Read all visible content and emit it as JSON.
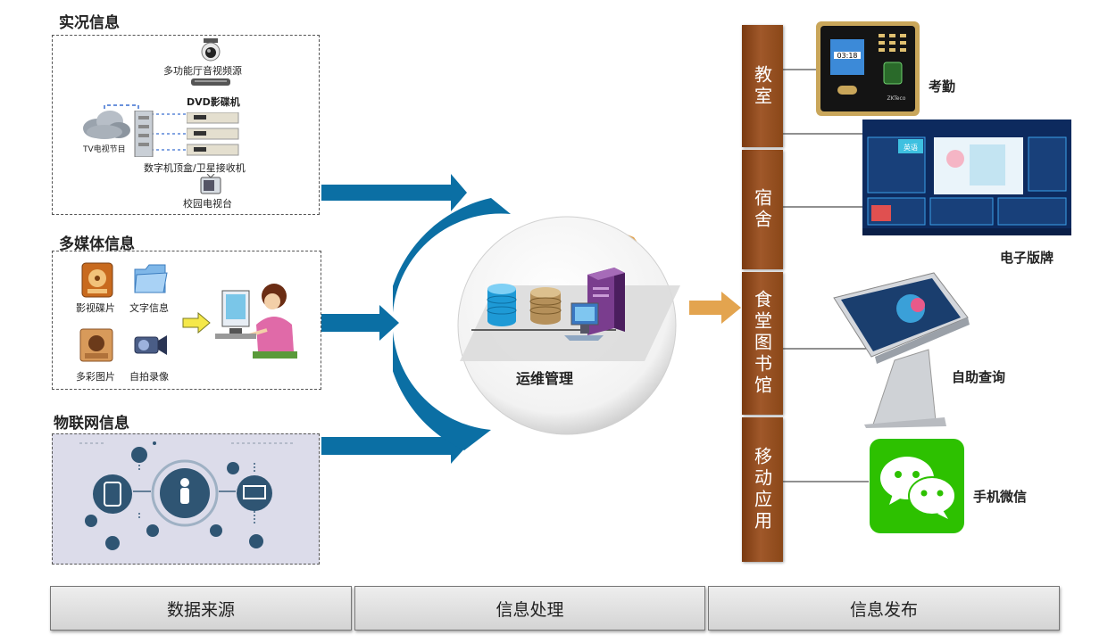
{
  "sources": {
    "live": {
      "title": "实况信息",
      "items": {
        "camera": "多功能厅音视频源",
        "dvd": "DVD影碟机",
        "tv": "TV电视节目",
        "stb": "数字机顶盒/卫星接收机",
        "campus_tv": "校园电视台"
      }
    },
    "multimedia": {
      "title": "多媒体信息",
      "items": {
        "video_disc": "影视碟片",
        "text": "文字信息",
        "pictures": "多彩图片",
        "selfie_video": "自拍录像"
      }
    },
    "iot": {
      "title": "物联网信息"
    }
  },
  "processing": {
    "label": "运维管理"
  },
  "publish": {
    "pillars": [
      "教室",
      "宿舍",
      "食堂图书馆",
      "移动应用"
    ],
    "outputs": {
      "attendance": "考勤",
      "signage": "电子版牌",
      "kiosk": "自助查询",
      "wechat": "手机微信"
    },
    "clock": "03:18",
    "signage_subject": "英语",
    "brand": "ZKTeco"
  },
  "footer": [
    "数据来源",
    "信息处理",
    "信息发布"
  ],
  "colors": {
    "blue": "#0b6fa4",
    "orange": "#e3a44f",
    "brown": "#8a4718"
  }
}
